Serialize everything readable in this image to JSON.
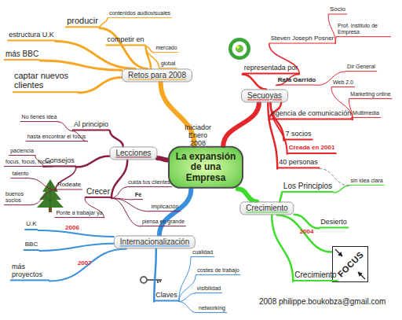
{
  "diagram": {
    "nodes": [
      {
        "text": [
          "La expansión de una Empresa"
        ]
      },
      {
        "text": [
          "Retos para 2008"
        ]
      },
      {
        "text": [
          "producir"
        ]
      },
      {
        "text": [
          "contenidos audiovisuales"
        ]
      },
      {
        "text": [
          "competir en"
        ]
      },
      {
        "text": [
          "mercado"
        ]
      },
      {
        "text": [
          "global"
        ]
      },
      {
        "text": [
          "estructura U.K"
        ]
      },
      {
        "text": [
          "más BBC"
        ]
      },
      {
        "text": [
          "captar nuevos clientes"
        ]
      },
      {
        "text": [
          "Secuoyas"
        ]
      },
      {
        "text": [
          "representada por"
        ]
      },
      {
        "text": [
          "Steven Joseph Posner"
        ]
      },
      {
        "text": [
          "Socio"
        ]
      },
      {
        "text": [
          "Prof. Instituto de Empresa"
        ]
      },
      {
        "text": [
          "Rafa Garrido"
        ]
      },
      {
        "text": [
          "Dir General"
        ]
      },
      {
        "text": [
          "Agencia de comunicación"
        ]
      },
      {
        "text": [
          "Web 2.0"
        ]
      },
      {
        "text": [
          "Marketing online"
        ]
      },
      {
        "text": [
          "Multimedia"
        ]
      },
      {
        "text": [
          "7 socios"
        ]
      },
      {
        "text": [
          "Creada en 2001"
        ]
      },
      {
        "text": [
          "40 personas"
        ]
      },
      {
        "text": [
          "Crecimiento"
        ]
      },
      {
        "text": [
          "Los Principios"
        ]
      },
      {
        "text": [
          "sin idea clara"
        ]
      },
      {
        "text": [
          "Desierto"
        ]
      },
      {
        "text": [
          "FOCUS"
        ]
      },
      {
        "text": [
          "Crecimiento"
        ]
      },
      {
        "text": [
          "Internacionalización"
        ]
      },
      {
        "text": [
          "U.K"
        ]
      },
      {
        "text": [
          "BBC"
        ]
      },
      {
        "text": [
          "más proyectos"
        ]
      },
      {
        "text": [
          "Claves"
        ]
      },
      {
        "text": [
          "cualidad"
        ]
      },
      {
        "text": [
          "costes de trabajo"
        ]
      },
      {
        "text": [
          "visibilidad"
        ]
      },
      {
        "text": [
          "networking"
        ]
      },
      {
        "text": [
          "Lecciones"
        ]
      },
      {
        "text": [
          "Al principio"
        ]
      },
      {
        "text": [
          "No tienes idea"
        ]
      },
      {
        "text": [
          "hasta encontrar el focus"
        ]
      },
      {
        "text": [
          "Consejos"
        ]
      },
      {
        "text": [
          "paciencia"
        ]
      },
      {
        "text": [
          "focus, focus, focus"
        ]
      },
      {
        "text": [
          "Rodeate"
        ]
      },
      {
        "text": [
          "talento"
        ]
      },
      {
        "text": [
          "buenos socios"
        ]
      },
      {
        "text": [
          "Crecer"
        ]
      },
      {
        "text": [
          "cuida tus clientes"
        ]
      },
      {
        "text": [
          "Fé"
        ]
      },
      {
        "text": [
          "implicación"
        ]
      },
      {
        "text": [
          "piensa en grande"
        ]
      },
      {
        "text": [
          "Ponte a trabajar ya"
        ]
      }
    ],
    "edges": [
      {
        "from": 0,
        "to": 1,
        "arrow": "none"
      },
      {
        "from": 1,
        "to": 2,
        "arrow": "none"
      },
      {
        "from": 2,
        "to": 3,
        "arrow": "none"
      },
      {
        "from": 1,
        "to": 4,
        "arrow": "none"
      },
      {
        "from": 4,
        "to": 5,
        "arrow": "none"
      },
      {
        "from": 4,
        "to": 6,
        "arrow": "none"
      },
      {
        "from": 1,
        "to": 7,
        "arrow": "none"
      },
      {
        "from": 1,
        "to": 8,
        "arrow": "none"
      },
      {
        "from": 1,
        "to": 9,
        "arrow": "none"
      },
      {
        "from": 0,
        "to": 10,
        "arrow": "none"
      },
      {
        "from": 10,
        "to": 11,
        "arrow": "none"
      },
      {
        "from": 11,
        "to": 12,
        "arrow": "none"
      },
      {
        "from": 12,
        "to": 13,
        "arrow": "none"
      },
      {
        "from": 12,
        "to": 14,
        "arrow": "none"
      },
      {
        "from": 11,
        "to": 15,
        "arrow": "none"
      },
      {
        "from": 15,
        "to": 16,
        "arrow": "none"
      },
      {
        "from": 10,
        "to": 17,
        "arrow": "none"
      },
      {
        "from": 17,
        "to": 18,
        "arrow": "none"
      },
      {
        "from": 17,
        "to": 19,
        "arrow": "none"
      },
      {
        "from": 17,
        "to": 20,
        "arrow": "none"
      },
      {
        "from": 10,
        "to": 21,
        "arrow": "none"
      },
      {
        "from": 10,
        "to": 22,
        "arrow": "none"
      },
      {
        "from": 10,
        "to": 23,
        "arrow": "none"
      },
      {
        "from": 0,
        "to": 24,
        "arrow": "none"
      },
      {
        "from": 24,
        "to": 25,
        "arrow": "none"
      },
      {
        "from": 25,
        "to": 26,
        "arrow": "none"
      },
      {
        "from": 24,
        "to": 27,
        "arrow": "none"
      },
      {
        "from": 24,
        "to": 28,
        "label": "2004",
        "arrow": "none"
      },
      {
        "from": 24,
        "to": 29,
        "arrow": "none"
      },
      {
        "from": 23,
        "to": 26,
        "arrow": "none"
      },
      {
        "from": 0,
        "to": 30,
        "arrow": "none"
      },
      {
        "from": 30,
        "to": 31,
        "label": "2006",
        "arrow": "none"
      },
      {
        "from": 30,
        "to": 32,
        "arrow": "none"
      },
      {
        "from": 30,
        "to": 33,
        "label": "2007",
        "arrow": "none"
      },
      {
        "from": 30,
        "to": 34,
        "arrow": "none"
      },
      {
        "from": 34,
        "to": 35,
        "arrow": "none"
      },
      {
        "from": 34,
        "to": 36,
        "arrow": "none"
      },
      {
        "from": 34,
        "to": 37,
        "arrow": "none"
      },
      {
        "from": 34,
        "to": 38,
        "arrow": "none"
      },
      {
        "from": 0,
        "to": 39,
        "arrow": "none"
      },
      {
        "from": 39,
        "to": 40,
        "arrow": "none"
      },
      {
        "from": 40,
        "to": 41,
        "arrow": "none"
      },
      {
        "from": 40,
        "to": 42,
        "arrow": "none"
      },
      {
        "from": 39,
        "to": 43,
        "arrow": "none"
      },
      {
        "from": 43,
        "to": 44,
        "arrow": "none"
      },
      {
        "from": 43,
        "to": 45,
        "arrow": "none"
      },
      {
        "from": 43,
        "to": 46,
        "arrow": "none"
      },
      {
        "from": 46,
        "to": 47,
        "arrow": "none"
      },
      {
        "from": 46,
        "to": 48,
        "arrow": "none"
      },
      {
        "from": 39,
        "to": 49,
        "arrow": "none"
      },
      {
        "from": 49,
        "to": 50,
        "arrow": "none"
      },
      {
        "from": 49,
        "to": 51,
        "arrow": "none"
      },
      {
        "from": 49,
        "to": 52,
        "arrow": "none"
      },
      {
        "from": 49,
        "to": 53,
        "arrow": "none"
      },
      {
        "from": 49,
        "to": 54,
        "arrow": "none"
      }
    ],
    "labels": [
      "Iniciador Enero 2008",
      "2008 philippe.boukobza@gmail.com"
    ]
  }
}
